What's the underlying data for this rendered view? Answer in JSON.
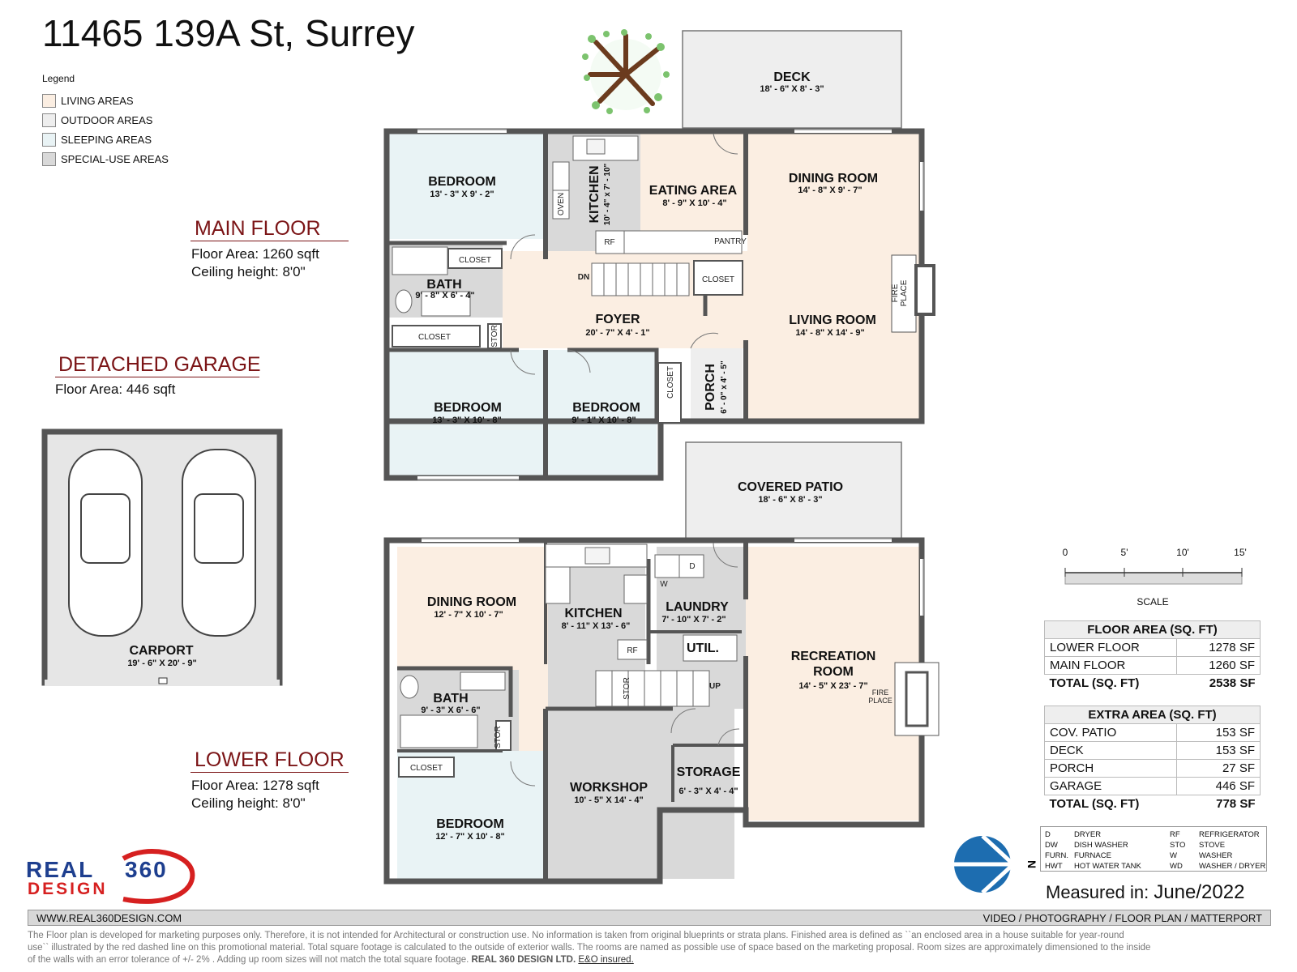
{
  "title": "11465 139A St, Surrey",
  "legend": {
    "heading": "Legend",
    "items": [
      {
        "label": "LIVING AREAS",
        "color": "#fbeee2"
      },
      {
        "label": "OUTDOOR AREAS",
        "color": "#eeeeee"
      },
      {
        "label": "SLEEPING AREAS",
        "color": "#e9f3f5"
      },
      {
        "label": "SPECIAL-USE AREAS",
        "color": "#d9d9d9"
      }
    ]
  },
  "main_floor": {
    "heading": "MAIN FLOOR",
    "area": "Floor Area: 1260 sqft",
    "ceiling": "Ceiling height: 8'0\""
  },
  "garage_info": {
    "heading": "DETACHED GARAGE",
    "area": "Floor Area: 446 sqft"
  },
  "lower_floor": {
    "heading": "LOWER FLOOR",
    "area": "Floor Area: 1278 sqft",
    "ceiling": "Ceiling height: 8'0\""
  },
  "rooms": {
    "deck": {
      "name": "DECK",
      "dim": "18' - 6\" X 8' - 3\""
    },
    "bedroom_top": {
      "name": "BEDROOM",
      "dim": "13' - 3\" X 9' - 2\""
    },
    "kitchen_main": {
      "name": "KITCHEN",
      "dim": "10' - 4\" x 7' - 10\""
    },
    "eating_area": {
      "name": "EATING AREA",
      "dim": "8' - 9\" X 10' - 4\""
    },
    "dining_main": {
      "name": "DINING ROOM",
      "dim": "14' - 8\" X 9' - 7\""
    },
    "bath_main": {
      "name": "BATH",
      "dim": "9' - 8\" X 6' - 4\""
    },
    "foyer": {
      "name": "FOYER",
      "dim": "20' - 7\" X 4' - 1\""
    },
    "living_room": {
      "name": "LIVING ROOM",
      "dim": "14' - 8\" X 14' - 9\""
    },
    "bedroom_bl": {
      "name": "BEDROOM",
      "dim": "13' - 3\" X 10' - 8\""
    },
    "bedroom_bm": {
      "name": "BEDROOM",
      "dim": "9' - 1\" X 10' - 8\""
    },
    "porch": {
      "name": "PORCH",
      "dim": "6' - 0\" x 4' - 5\""
    },
    "covered_patio": {
      "name": "COVERED PATIO",
      "dim": "18' - 6\" X 8' - 3\""
    },
    "dining_lower": {
      "name": "DINING ROOM",
      "dim": "12' - 7\" X 10' - 7\""
    },
    "kitchen_lower": {
      "name": "KITCHEN",
      "dim": "8' - 11\" X 13' - 6\""
    },
    "laundry": {
      "name": "LAUNDRY",
      "dim": "7' - 10\" X 7' - 2\""
    },
    "recreation": {
      "name1": "RECREATION",
      "name2": "ROOM",
      "dim": "14' - 5\" X 23' - 7\""
    },
    "bath_lower": {
      "name": "BATH",
      "dim": "9' - 3\" X 6' - 6\""
    },
    "workshop": {
      "name": "WORKSHOP",
      "dim": "10' - 5\" X 14' - 4\""
    },
    "storage": {
      "name": "STORAGE",
      "dim": "6' - 3\" X 4' - 4\""
    },
    "bedroom_lower": {
      "name": "BEDROOM",
      "dim": "12' - 7\" X 10' - 8\""
    },
    "carport": {
      "name": "CARPORT",
      "dim": "19' - 6\" X 20' - 9\""
    }
  },
  "labels": {
    "closet": "CLOSET",
    "stor": "STOR",
    "pantry": "PANTRY",
    "rf": "RF",
    "dn": "DN",
    "up": "UP",
    "oven": "OVEN",
    "fire": "FIRE",
    "place": "PLACE",
    "util": "UTIL.",
    "d": "D",
    "w": "W"
  },
  "scale": {
    "ticks": [
      "0",
      "5'",
      "10'",
      "15'"
    ],
    "label": "SCALE"
  },
  "floor_area_table": {
    "heading": "FLOOR AREA (SQ. FT)",
    "rows": [
      {
        "label": "LOWER FLOOR",
        "value": "1278 SF"
      },
      {
        "label": "MAIN FLOOR",
        "value": "1260 SF"
      }
    ],
    "total": {
      "label": "TOTAL (SQ. FT)",
      "value": "2538 SF"
    }
  },
  "extra_area_table": {
    "heading": "EXTRA AREA (SQ. FT)",
    "rows": [
      {
        "label": "COV. PATIO",
        "value": "153 SF"
      },
      {
        "label": "DECK",
        "value": "153 SF"
      },
      {
        "label": "PORCH",
        "value": "27 SF"
      },
      {
        "label": "GARAGE",
        "value": "446 SF"
      }
    ],
    "total": {
      "label": "TOTAL (SQ. FT)",
      "value": "778 SF"
    }
  },
  "abbreviations": [
    {
      "code": "D",
      "meaning": "DRYER",
      "code2": "RF",
      "meaning2": "REFRIGERATOR"
    },
    {
      "code": "DW",
      "meaning": "DISH WASHER",
      "code2": "STO",
      "meaning2": "STOVE"
    },
    {
      "code": "FURN.",
      "meaning": "FURNACE",
      "code2": "W",
      "meaning2": "WASHER"
    },
    {
      "code": "HWT",
      "meaning": "HOT WATER TANK",
      "code2": "WD",
      "meaning2": "WASHER / DRYER"
    }
  ],
  "compass": {
    "letter": "N",
    "color": "#1d6db0"
  },
  "measured": {
    "label": "Measured in:",
    "value": "June/2022"
  },
  "brand": {
    "real": "REAL",
    "num": "360",
    "design": "DESIGN",
    "blue": "#1e3f8f",
    "red": "#d62020"
  },
  "footer": {
    "website": "WWW.REAL360DESIGN.COM",
    "services": "VIDEO / PHOTOGRAPHY / FLOOR PLAN / MATTERPORT"
  },
  "disclaimer": {
    "line1": "The Floor plan is developed for marketing purposes only. Therefore, it is not intended for Architectural or construction use. No information is taken from original blueprints or strata plans. Finished area is defined as ``an enclosed area in a house suitable for year-round",
    "line2": "use`` illustrated by the red dashed line on this promotional material. Total square footage is calculated to the outside of exterior walls. The rooms are named as possible use of space based on the marketing proposal. Room sizes are approximately dimensioned to the inside",
    "line3": "of the walls with an error tolerance of +/- 2% . Adding up room sizes will not match the total square footage.",
    "company": "REAL 360 DESIGN LTD.",
    "eo": "E&O insured."
  },
  "colors": {
    "living": "#fbeee2",
    "outdoor": "#eeeeee",
    "sleeping": "#e9f3f5",
    "special": "#d9d9d9",
    "wall": "#555555",
    "heading": "#7b1416"
  }
}
